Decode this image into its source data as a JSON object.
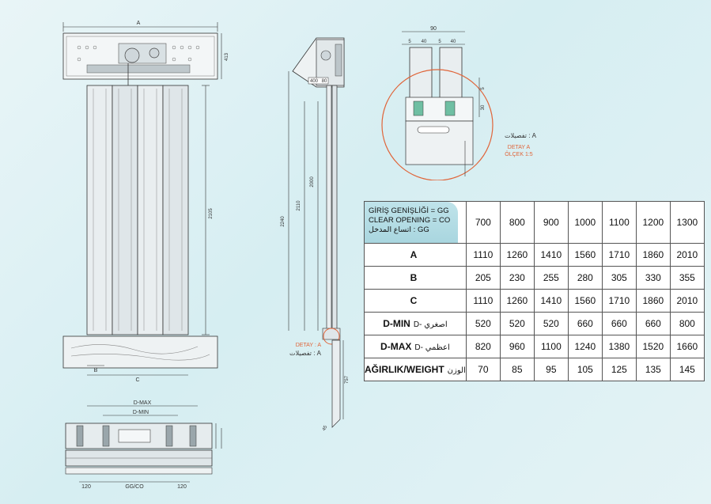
{
  "drawing": {
    "front": {
      "a": "A",
      "h413": "413",
      "h2105": "2105",
      "b": "B",
      "c": "C"
    },
    "side": {
      "w400": "400",
      "w80": "80",
      "h2240": "2240",
      "h2110": "2110",
      "h2000": "2000",
      "h757": "757",
      "detail": "DETAY : A",
      "detail_ar": "تفصيلات : A",
      "angle": "45"
    },
    "top": {
      "dmax": "D-MAX",
      "dmin": "D-MIN",
      "w120a": "120",
      "ggco": "GG/CO",
      "w120b": "120"
    },
    "detail": {
      "w90": "90",
      "d5a": "5",
      "d40a": "40",
      "d5b": "5",
      "d40b": "40",
      "v5": "5",
      "v30": "30",
      "ar": "تفصيلات : A",
      "title": "DETAY A",
      "scale": "ÖLÇEK 1:5"
    }
  },
  "table": {
    "header": {
      "line1": "GİRİŞ GENİŞLİĞİ = GG",
      "line2": "CLEAR OPENING = CO",
      "line3": "اتساع المدخل : GG"
    },
    "columns": [
      "700",
      "800",
      "900",
      "1000",
      "1100",
      "1200",
      "1300"
    ],
    "rows": [
      {
        "label": "A",
        "label_ar": "",
        "values": [
          "1110",
          "1260",
          "1410",
          "1560",
          "1710",
          "1860",
          "2010"
        ]
      },
      {
        "label": "B",
        "label_ar": "",
        "values": [
          "205",
          "230",
          "255",
          "280",
          "305",
          "330",
          "355"
        ]
      },
      {
        "label": "C",
        "label_ar": "",
        "values": [
          "1110",
          "1260",
          "1410",
          "1560",
          "1710",
          "1860",
          "2010"
        ]
      },
      {
        "label": "D-MIN",
        "label_ar": "D- اصغري",
        "values": [
          "520",
          "520",
          "520",
          "660",
          "660",
          "660",
          "800"
        ]
      },
      {
        "label": "D-MAX",
        "label_ar": "D- اعظمي",
        "values": [
          "820",
          "960",
          "1100",
          "1240",
          "1380",
          "1520",
          "1660"
        ]
      },
      {
        "label": "AĞIRLIK/WEIGHT",
        "label_ar": "الوزن",
        "values": [
          "70",
          "85",
          "95",
          "105",
          "125",
          "135",
          "145"
        ]
      }
    ]
  }
}
